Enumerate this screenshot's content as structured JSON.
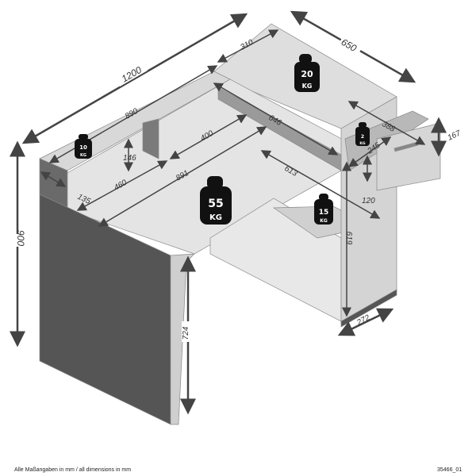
{
  "dimensions": {
    "width_total": "1200",
    "depth_total": "650",
    "height_total": "900",
    "hutch_length": "890",
    "top_right_width": "310",
    "shelf_depth": "146",
    "hutch_depth": "135",
    "desk_depth_left": "460",
    "inner_400": "400",
    "desk_length": "891",
    "drawer_run": "646",
    "inner_613": "613",
    "drawer_width": "388",
    "drawer_height": "167",
    "drawer_depth": "245",
    "drawer_gap": "120",
    "cabinet_height": "619",
    "leg_height": "724",
    "cabinet_depth": "272"
  },
  "weights": {
    "hutch": {
      "value": "10",
      "unit": "KG"
    },
    "top": {
      "value": "20",
      "unit": "KG"
    },
    "desk": {
      "value": "55",
      "unit": "KG"
    },
    "drawer": {
      "value": "2",
      "unit": "KG"
    },
    "shelf": {
      "value": "15",
      "unit": "KG"
    }
  },
  "footer": {
    "note": "Alle Maßangaben in mm / all dimensions in mm",
    "code": "35466_01"
  },
  "colors": {
    "panel": "#dcdcdc",
    "dark": "#5a5a5a",
    "arrow": "#444444"
  }
}
